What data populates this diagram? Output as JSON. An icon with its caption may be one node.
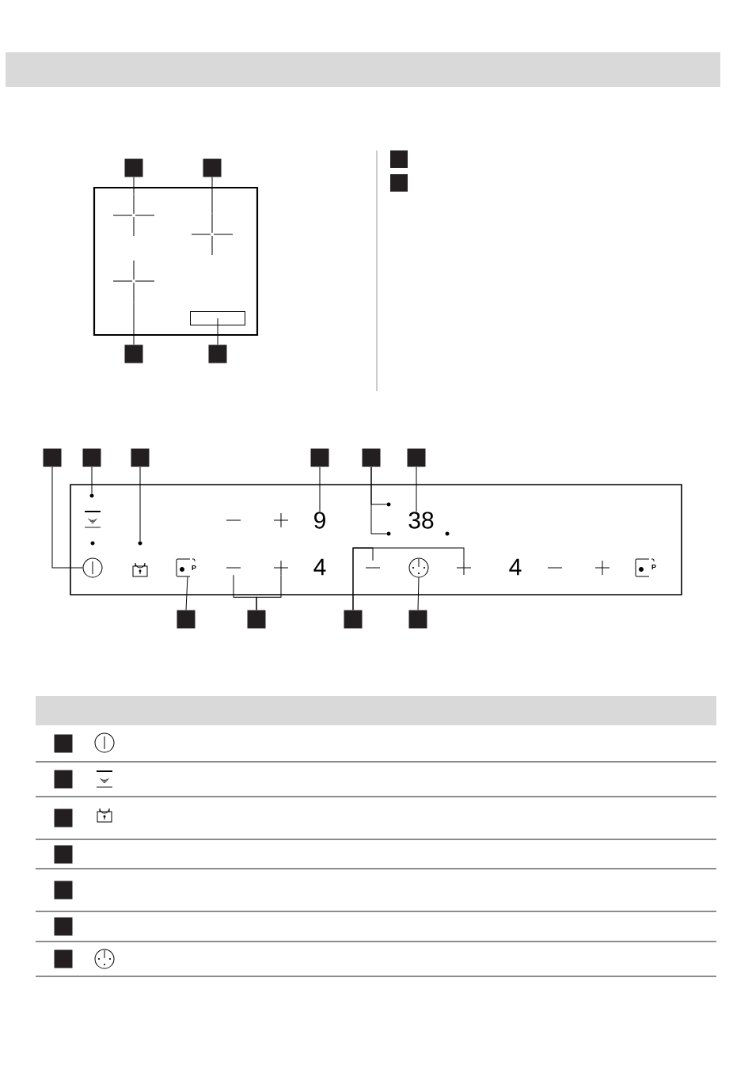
{
  "diagram": {
    "nodes": [
      {
        "text": [],
        "shape": "box"
      },
      {
        "text": [],
        "shape": "box"
      },
      {
        "text": [],
        "shape": "box"
      },
      {
        "text": [],
        "shape": "box"
      },
      {
        "text": [],
        "shape": "box"
      },
      {
        "text": [],
        "shape": "box"
      },
      {
        "text": [],
        "shape": "box"
      },
      {
        "text": [],
        "shape": "box"
      },
      {
        "text": [],
        "shape": "box"
      },
      {
        "text": [],
        "shape": "box"
      },
      {
        "text": [],
        "shape": "box"
      },
      {
        "text": [],
        "shape": "box"
      },
      {
        "text": [],
        "shape": "box"
      },
      {
        "text": [],
        "shape": "box"
      },
      {
        "text": [],
        "shape": "box"
      },
      {
        "text": [],
        "shape": "box"
      },
      {
        "text": [],
        "shape": "box"
      },
      {
        "text": [],
        "shape": "box"
      },
      {
        "text": [],
        "shape": "box"
      },
      {
        "text": [],
        "shape": "box"
      },
      {
        "text": [],
        "shape": "box"
      },
      {
        "text": [],
        "shape": "box"
      },
      {
        "text": [],
        "shape": "box"
      },
      {
        "text": [],
        "shape": "cross"
      },
      {
        "text": [],
        "shape": "cross"
      },
      {
        "text": [],
        "shape": "cross"
      },
      {
        "text": [],
        "shape": "box"
      },
      {
        "text": [],
        "shape": "circle"
      },
      {
        "text": [],
        "shape": "dot"
      },
      {
        "text": [],
        "shape": "dot"
      },
      {
        "text": [
          "9"
        ]
      },
      {
        "text": [],
        "shape": "dot"
      },
      {
        "text": [],
        "shape": "dot"
      },
      {
        "text": [
          "38"
        ]
      },
      {
        "text": [
          "P"
        ]
      },
      {
        "text": [],
        "shape": "minus"
      },
      {
        "text": [],
        "shape": "plus"
      },
      {
        "text": [],
        "shape": "minus"
      },
      {
        "text": [],
        "shape": "plus"
      },
      {
        "text": [],
        "shape": "circle"
      }
    ],
    "edges": [
      {
        "from": 0,
        "to": 23,
        "arrow": "none"
      },
      {
        "from": 1,
        "to": 24,
        "arrow": "none"
      },
      {
        "from": 2,
        "to": 25,
        "arrow": "none"
      },
      {
        "from": 3,
        "to": 26,
        "arrow": "none"
      },
      {
        "from": 6,
        "to": 27,
        "arrow": "none"
      },
      {
        "from": 7,
        "to": 28,
        "arrow": "none"
      },
      {
        "from": 8,
        "to": 29,
        "arrow": "none"
      },
      {
        "from": 9,
        "to": 30,
        "arrow": "none"
      },
      {
        "from": 10,
        "to": 31,
        "arrow": "none"
      },
      {
        "from": 10,
        "to": 32,
        "arrow": "none"
      },
      {
        "from": 11,
        "to": 33,
        "arrow": "none"
      },
      {
        "from": 12,
        "to": 34,
        "arrow": "none"
      },
      {
        "from": 13,
        "to": 35,
        "arrow": "none"
      },
      {
        "from": 13,
        "to": 36,
        "arrow": "none"
      },
      {
        "from": 14,
        "to": 37,
        "arrow": "none"
      },
      {
        "from": 14,
        "to": 38,
        "arrow": "none"
      },
      {
        "from": 15,
        "to": 39,
        "arrow": "none"
      }
    ],
    "labels": [
      "4",
      "4",
      "P"
    ]
  }
}
